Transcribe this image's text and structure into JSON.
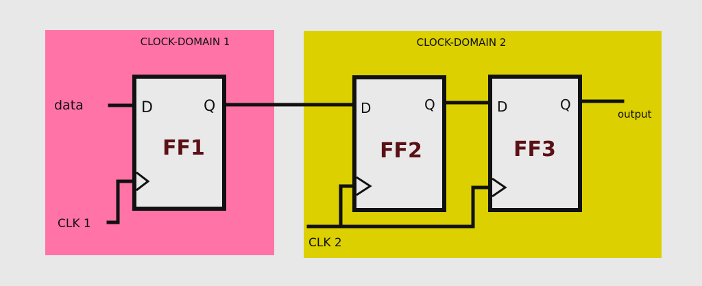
{
  "colors": {
    "background": "#e8e8e8",
    "domain1": "#ff73a6",
    "domain2": "#dcd000",
    "ink": "#111111",
    "ff_label": "#5a1016"
  },
  "domains": [
    {
      "label": "CLOCK-DOMAIN 1"
    },
    {
      "label": "CLOCK-DOMAIN 2"
    }
  ],
  "flipflops": [
    {
      "name": "FF1",
      "d": "D",
      "q": "Q"
    },
    {
      "name": "FF2",
      "d": "D",
      "q": "Q"
    },
    {
      "name": "FF3",
      "d": "D",
      "q": "Q"
    }
  ],
  "signals": {
    "data": "data",
    "clk1": "CLK 1",
    "clk2": "CLK 2",
    "output": "output"
  }
}
